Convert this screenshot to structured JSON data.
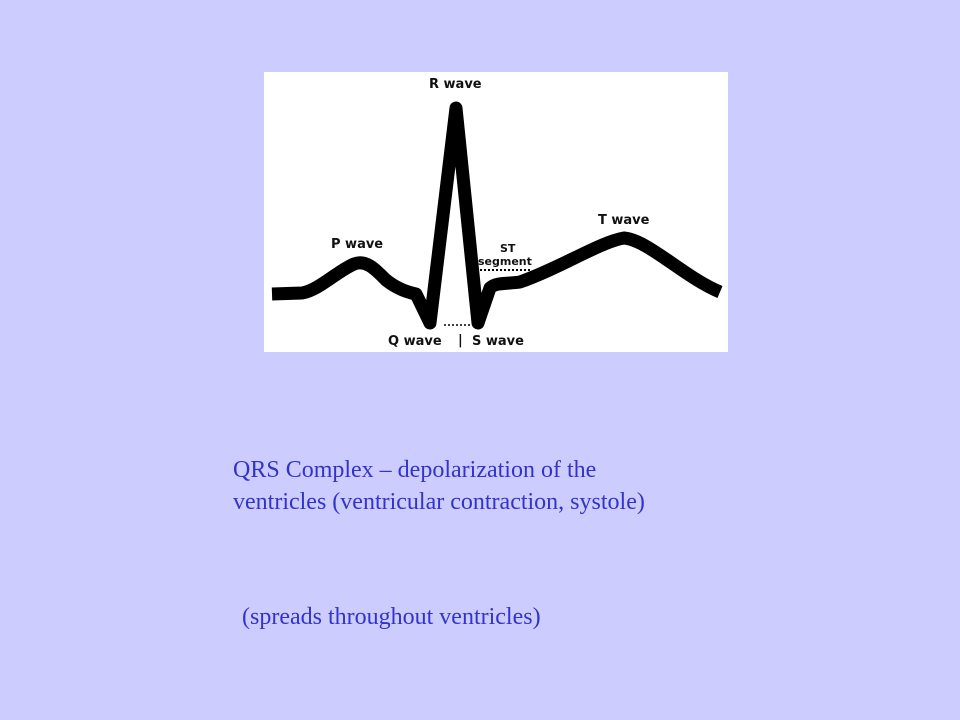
{
  "diagram": {
    "labels": {
      "r_wave": "R wave",
      "p_wave": "P wave",
      "t_wave": "T wave",
      "st_segment_line1": "ST",
      "st_segment_line2": "segment",
      "q_wave": "Q wave",
      "separator": "|",
      "s_wave": "S wave"
    },
    "colors": {
      "trace": "#000000",
      "background": "#ffffff"
    }
  },
  "caption": {
    "line1": "QRS Complex – depolarization of the",
    "line2": "ventricles (ventricular contraction, systole)"
  },
  "note": "(spreads throughout ventricles)",
  "colors": {
    "slide_background": "#ccccff",
    "text": "#3333cc"
  }
}
